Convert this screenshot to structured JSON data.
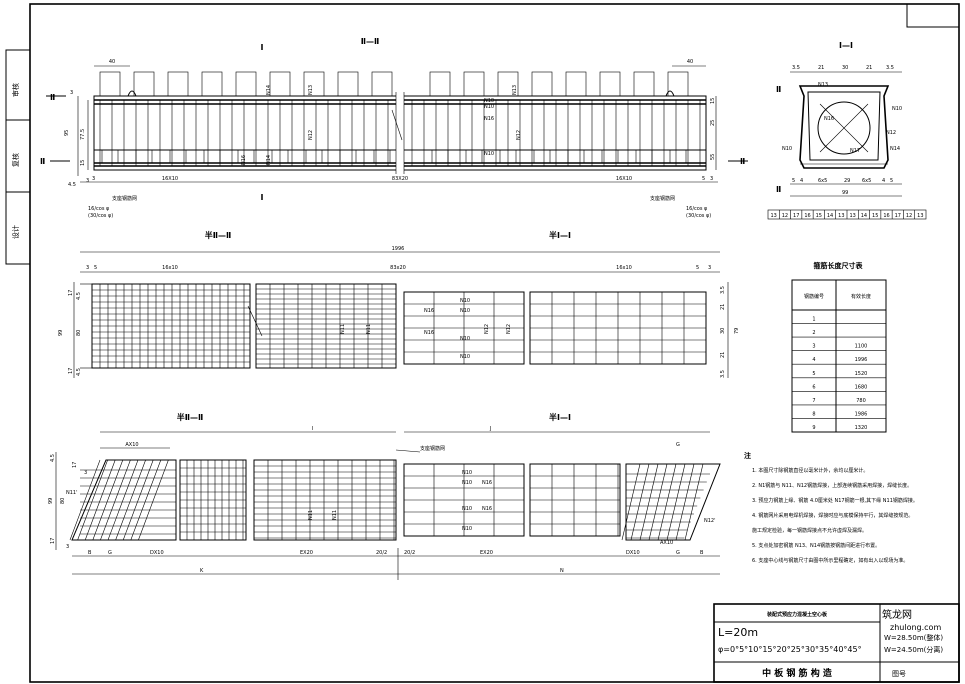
{
  "sidebar": {
    "box_labels": [
      "审核",
      "复核",
      "设计"
    ]
  },
  "elevation": {
    "title": "Ⅱ—Ⅱ",
    "left_dim": "40",
    "right_dim": "40",
    "section_mark": "Ⅰ",
    "section_mark_II": "Ⅱ",
    "height_dims": [
      "3",
      "95",
      "77.5",
      "15",
      "4.5",
      "3"
    ],
    "right_dims": [
      "15",
      "25",
      "55"
    ],
    "bottom_dims": [
      "3",
      "16X10",
      "83X20",
      "16X10",
      "5",
      "3"
    ],
    "left_note_1": "16/cos φ",
    "left_note_2": "(30/cos φ)",
    "right_note_1": "16/cos φ",
    "right_note_2": "(30/cos φ)",
    "bar_labels": [
      "N14",
      "N13",
      "N12",
      "N16",
      "N10",
      "N14",
      "N13",
      "N10",
      "N12",
      "N16",
      "N10"
    ],
    "left_tag": "支座钢筋网",
    "right_tag": "支座钢筋网"
  },
  "cross_section": {
    "title": "Ⅰ—Ⅰ",
    "top_dims": [
      "3.5",
      "21",
      "30",
      "21",
      "3.5"
    ],
    "bottom_dims": [
      "5",
      "4",
      "6x5",
      "29",
      "6x5",
      "4",
      "5"
    ],
    "total": "99",
    "bar_labels": [
      "N13",
      "N10",
      "N16",
      "N12",
      "N17",
      "N14",
      "N10"
    ],
    "mark": "Ⅱ",
    "strip_labels": [
      "13",
      "12",
      "17",
      "16",
      "15",
      "14",
      "13",
      "13",
      "14",
      "15",
      "16",
      "17",
      "12",
      "13"
    ]
  },
  "plan_top": {
    "title_left": "半Ⅱ—Ⅱ",
    "title_right": "半Ⅰ—Ⅰ",
    "total": "1996",
    "dims": [
      "3",
      "5",
      "16x10",
      "83x20",
      "16x10",
      "5",
      "3"
    ],
    "left_dims": [
      "17",
      "4.5",
      "99",
      "80",
      "4.5",
      "17"
    ],
    "right_dims": [
      "3.5",
      "21",
      "30",
      "21",
      "3.5",
      "79"
    ],
    "bar_labels": [
      "N11",
      "N11",
      "N16",
      "N16",
      "N10",
      "N10",
      "N12",
      "N10",
      "N10",
      "N12"
    ]
  },
  "table": {
    "title": "箍筋长度尺寸表",
    "headers": [
      "钢筋编号",
      "有效长度"
    ],
    "rows": [
      [
        "1",
        ""
      ],
      [
        "2",
        ""
      ],
      [
        "3",
        "1100"
      ],
      [
        "4",
        "1996"
      ],
      [
        "5",
        "1520"
      ],
      [
        "6",
        "1680"
      ],
      [
        "7",
        "780"
      ],
      [
        "8",
        "1986"
      ],
      [
        "9",
        "1320"
      ]
    ]
  },
  "plan_bottom": {
    "title_left": "半Ⅱ—Ⅱ",
    "title_right": "半Ⅰ—Ⅰ",
    "label_I": "I",
    "label_J": "J",
    "tag": "支座钢筋网",
    "dims_top": [
      "AX10",
      "G",
      "AX10"
    ],
    "dims_bottom": [
      "B",
      "G",
      "DX10",
      "EX20",
      "20/2",
      "20/2",
      "EX20",
      "DX10",
      "G",
      "B"
    ],
    "dims_total": [
      "K",
      "N"
    ],
    "left_dims": [
      "4.5",
      "17",
      "3",
      "99",
      "80",
      "17",
      "3"
    ],
    "bar_labels": [
      "N11'",
      "N11",
      "N11",
      "N10",
      "N10",
      "N16",
      "N10",
      "N10",
      "N16",
      "N12'"
    ]
  },
  "notes": {
    "head": "注",
    "items": [
      "1. 本图尺寸除钢筋直径以毫米计外，余均以厘米计。",
      "2. N1钢筋与 N11、N12钢筋焊接，上部连续钢筋采用焊接，焊缝长度。",
      "3. 预应力钢筋上缘、钢筋  4.0厘米处 N17钢筋一根,其下缘  N11钢筋焊接。",
      "4. 钢筋网片采用电焊机焊接，焊接时应与底模保持平行，其焊缝按规范。",
      "   施工规定检验，每一钢筋焊接点不允许虚焊及漏焊。",
      "5. 支点处加密钢筋 N13、N14钢筋按钢筋间距进行布置。",
      "6. 支座中心线与钢筋尺寸由图中所示里程确定，如有出入以现场为准。"
    ]
  },
  "title_block": {
    "project": "装配式预应力混凝土空心板",
    "span": "L=20m",
    "angles": "φ=0°5°10°15°20°25°30°35°40°45°",
    "widths_1": "W=28.50m(整体)",
    "widths_2": "W=24.50m(分离)",
    "drawing_name": "中 板 钢 筋 构 造",
    "sheet_label": "图号",
    "watermark_1": "筑龙网",
    "watermark_2": "zhulong.com"
  }
}
